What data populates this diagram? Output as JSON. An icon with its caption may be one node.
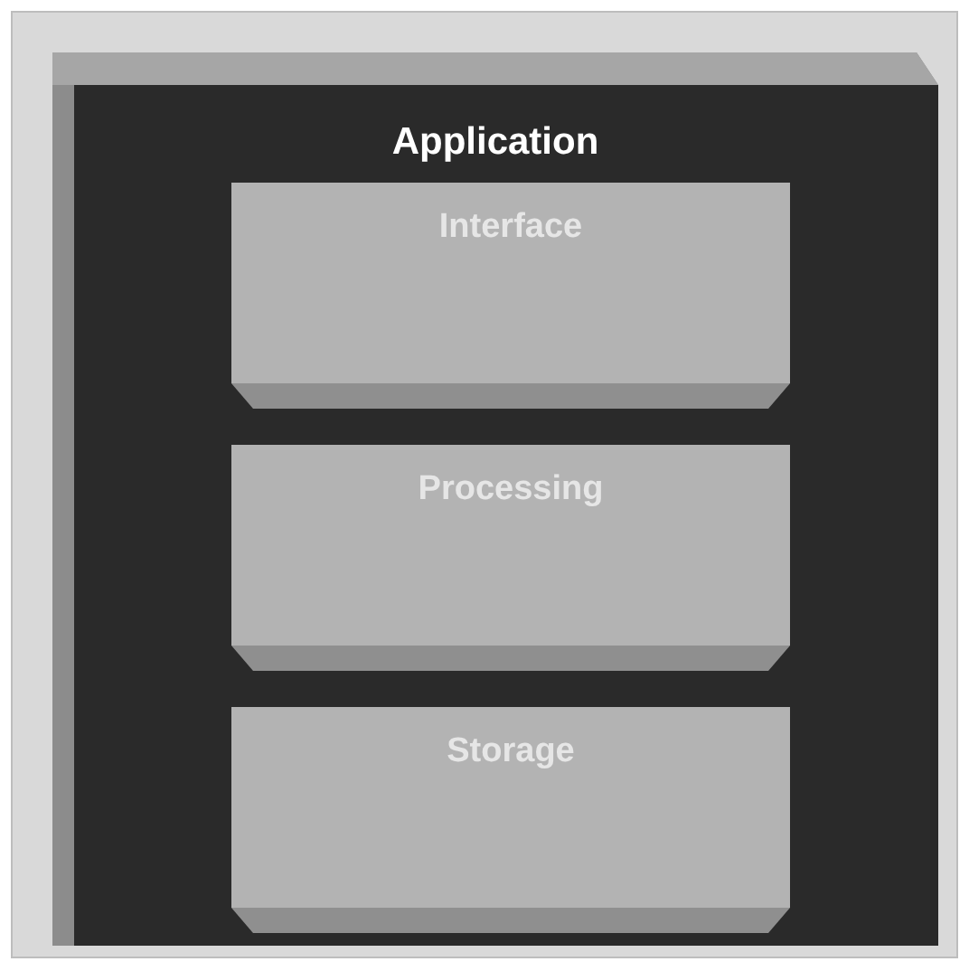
{
  "diagram": {
    "nodes": [
      {
        "text": [
          "Application"
        ]
      },
      {
        "text": [
          "Interface"
        ],
        "in": 0
      },
      {
        "text": [
          "Processing"
        ],
        "in": 0
      },
      {
        "text": [
          "Storage"
        ],
        "in": 0
      }
    ]
  }
}
